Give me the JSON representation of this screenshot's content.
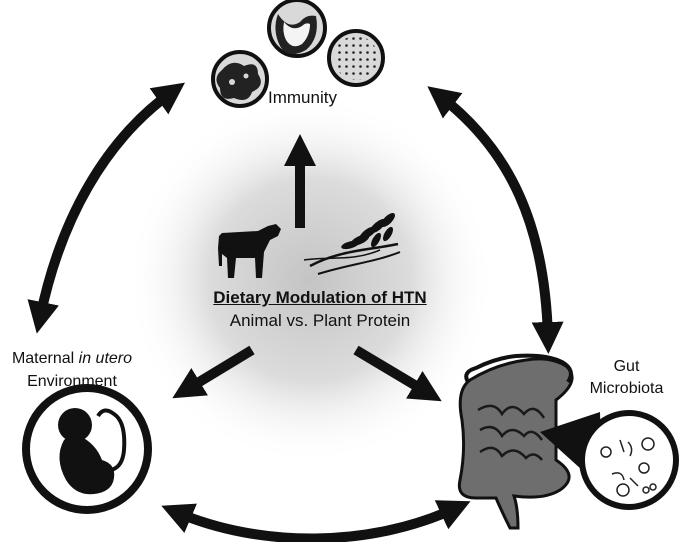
{
  "nodes": {
    "immunity": {
      "label": "Immunity"
    },
    "center": {
      "title": "Dietary Modulation of HTN",
      "subtitle": "Animal vs. Plant Protein"
    },
    "maternal": {
      "line1_prefix": "Maternal ",
      "line1_italic": "in utero",
      "line2": "Environment"
    },
    "gut": {
      "line1": "Gut",
      "line2": "Microbiota"
    }
  },
  "icons": [
    "neutrophil-icon",
    "monocyte-icon",
    "granulocyte-icon",
    "cow-icon",
    "wheat-icon",
    "fetus-icon",
    "intestine-icon",
    "microbiota-magnifier-icon"
  ],
  "arrows": [
    {
      "name": "center-to-immunity-arrow",
      "direction": "one-way"
    },
    {
      "name": "center-to-maternal-arrow",
      "direction": "one-way"
    },
    {
      "name": "center-to-gut-arrow",
      "direction": "one-way"
    },
    {
      "name": "immunity-maternal-arrow",
      "direction": "two-way"
    },
    {
      "name": "immunity-gut-arrow",
      "direction": "two-way"
    },
    {
      "name": "maternal-gut-arrow",
      "direction": "two-way"
    }
  ],
  "colors": {
    "ink": "#111111",
    "cell_fill": "#d9d9d9",
    "background": "#ffffff"
  }
}
